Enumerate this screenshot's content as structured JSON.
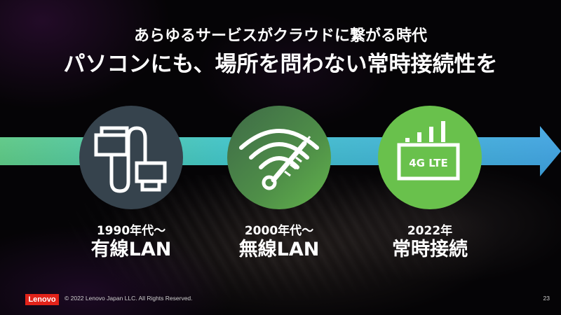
{
  "slide": {
    "subtitle": "あらゆるサービスがクラウドに繋がる時代",
    "title": "パソコンにも、場所を問わない常時接続性を",
    "timeline": [
      {
        "icon": "ethernet-cable-icon",
        "era": "1990年代～",
        "name": "有線LAN",
        "color": "#36434d"
      },
      {
        "icon": "wifi-icon",
        "era": "2000年代～",
        "name": "無線LAN",
        "color": "#4f8f48"
      },
      {
        "icon": "lte-router-icon",
        "icon_text": "4G LTE",
        "era": "2022年",
        "name": "常時接続",
        "color": "#69c14c"
      }
    ],
    "arrow_colors": {
      "start": "#5ccb86",
      "mid": "#3fc2d8",
      "end": "#3fa4e4"
    }
  },
  "footer": {
    "logo": "Lenovo",
    "logo_color": "#e2231a",
    "copyright": "© 2022 Lenovo Japan LLC. All Rights Reserved.",
    "page_number": "23"
  }
}
